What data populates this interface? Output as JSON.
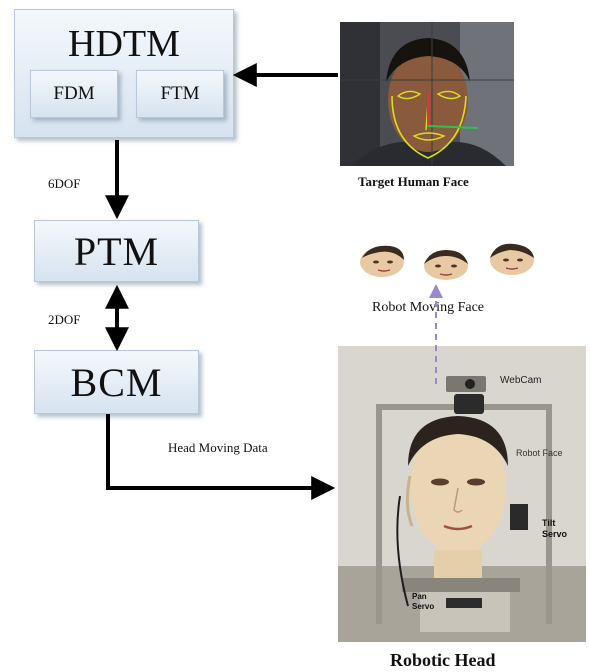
{
  "modules": {
    "hdtm": "HDTM",
    "fdm": "FDM",
    "ftm": "FTM",
    "ptm": "PTM",
    "bcm": "BCM"
  },
  "links": {
    "dof_6": "6DOF",
    "dof_2": "2DOF",
    "head_moving_data": "Head Moving Data"
  },
  "captions": {
    "target_face": "Target Human Face",
    "robot_moving_face": "Robot Moving Face",
    "robotic_head": "Robotic Head"
  },
  "photo_labels": {
    "webcam": "WebCam",
    "robot_face": "Robot Face",
    "tilt_servo": "Tilt Servo",
    "pan_servo": "Pan Servo"
  },
  "colors": {
    "box_fill_top": "#f4f8fc",
    "box_fill_bottom": "#d6e3f0",
    "arrow": "#000000",
    "dashed_arrow": "#9a88c8",
    "face_outline": "#d8e020"
  }
}
